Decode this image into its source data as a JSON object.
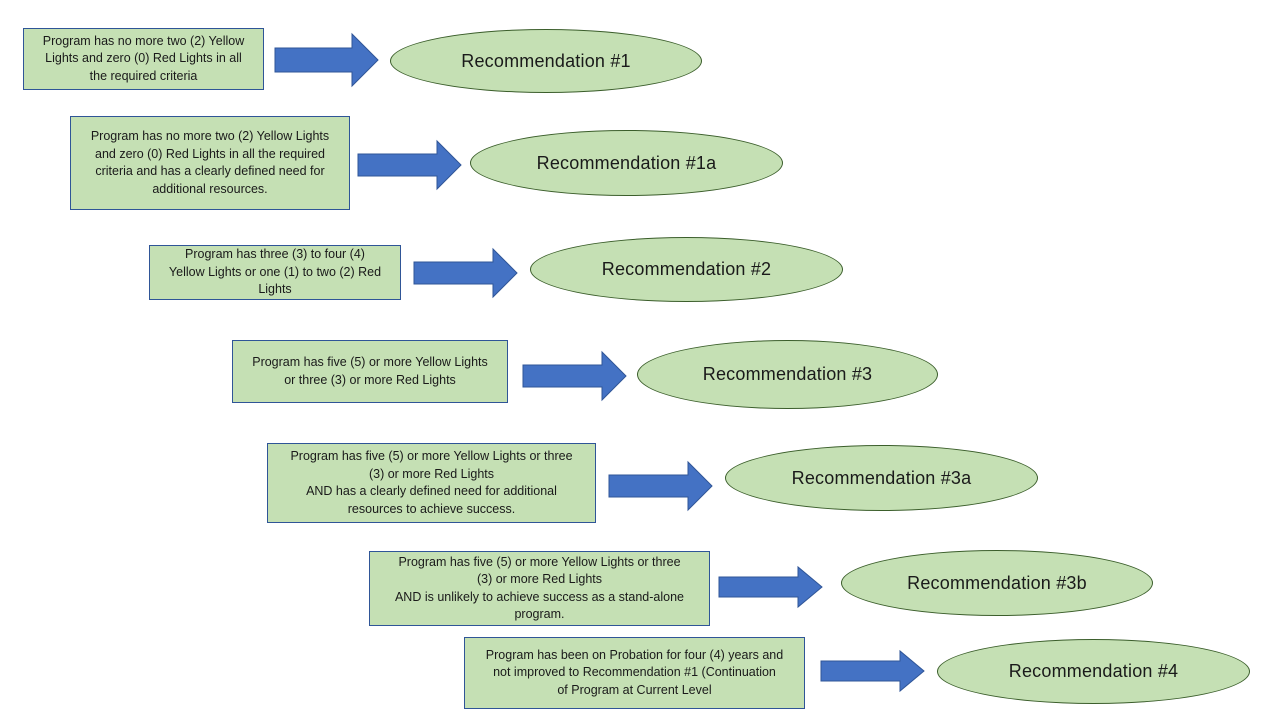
{
  "colors": {
    "box_fill": "#c5e0b4",
    "box_border": "#2f5597",
    "oval_fill": "#c5e0b4",
    "oval_border": "#3b5e2b",
    "arrow_fill": "#4472c4",
    "arrow_border": "#2f5597"
  },
  "rows": [
    {
      "criteria": "Program has no more two (2) Yellow\nLights and zero (0) Red Lights in all\nthe required criteria",
      "recommendation": "Recommendation #1",
      "icon": "right-arrow-icon"
    },
    {
      "criteria": "Program has no more two (2) Yellow Lights\nand zero (0) Red Lights in all the required\ncriteria and has a clearly defined need for\nadditional resources.",
      "recommendation": "Recommendation #1a",
      "icon": "right-arrow-icon"
    },
    {
      "criteria": "Program has three (3) to four (4)\nYellow Lights or one (1) to two (2) Red\nLights",
      "recommendation": "Recommendation #2",
      "icon": "right-arrow-icon"
    },
    {
      "criteria": "Program has five (5) or more Yellow Lights\nor three (3) or more Red Lights",
      "recommendation": "Recommendation #3",
      "icon": "right-arrow-icon"
    },
    {
      "criteria": "Program has five (5) or more Yellow Lights or three\n(3) or more Red Lights\nAND has a clearly defined need for additional\nresources to achieve success.",
      "recommendation": "Recommendation #3a",
      "icon": "right-arrow-icon"
    },
    {
      "criteria": "Program has five (5) or more Yellow Lights or three\n(3) or more Red Lights\nAND is unlikely to achieve success as a stand-alone\nprogram.",
      "recommendation": "Recommendation #3b",
      "icon": "right-arrow-icon"
    },
    {
      "criteria": "Program has been on Probation for four (4) years and\nnot improved to Recommendation #1 (Continuation\nof Program at Current Level",
      "recommendation": "Recommendation #4",
      "icon": "right-arrow-icon"
    }
  ]
}
